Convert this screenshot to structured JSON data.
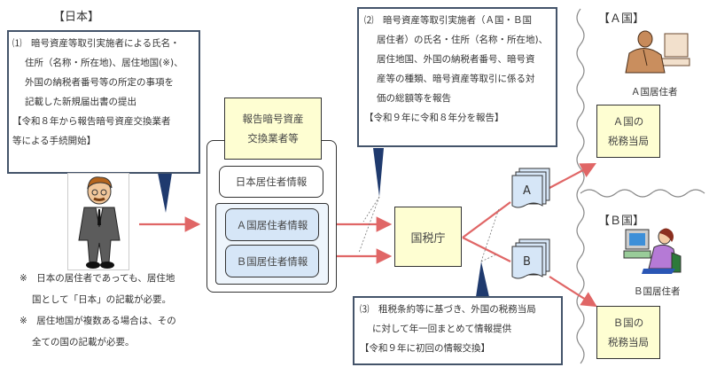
{
  "japan": {
    "title": "【日本】",
    "callout1": {
      "lines": [
        "⑴　暗号資産等取引実施者による氏名・",
        "住所（名称・所在地)、居住地国(※)、",
        "外国の納税者番号等の所定の事項を",
        "記載した新規届出書の提出",
        "【令和８年から報告暗号資産交換業者",
        "等による手続開始】"
      ]
    },
    "notes": [
      "※　日本の居住者であっても、居住地",
      "国として「日本」の記載が必要。",
      "※　居住地国が複数ある場合は、その",
      "全ての国の記載が必要。"
    ],
    "person_icon": "businessman-icon"
  },
  "exchange": {
    "title_lines": [
      "報告暗号資産",
      "交換業者等"
    ],
    "japan_info": "日本居住者情報",
    "a_info": "Ａ国居住者情報",
    "b_info": "Ｂ国居住者情報"
  },
  "callout2": {
    "lines": [
      "⑵　暗号資産等取引実施者（Ａ国・Ｂ国",
      "居住者）の氏名・住所（名称・所在地)、",
      "居住地国、外国の納税者番号、暗号資",
      "産等の種類、暗号資産等取引に係る対",
      "価の総額等を報告",
      "【令和９年に令和８年分を報告】"
    ]
  },
  "nta": {
    "label": "国税庁"
  },
  "docs": {
    "a": "A",
    "b": "B"
  },
  "callout3": {
    "lines": [
      "⑶　租税条約等に基づき、外国の税務当局",
      "に対して年一回まとめて情報提供",
      "【令和９年に初回の情報交換】"
    ]
  },
  "country_a": {
    "title": "【Ａ国】",
    "resident": "Ａ国居住者",
    "authority_lines": [
      "Ａ国の",
      "税務当局"
    ],
    "resident_icon": "man-at-computer-icon"
  },
  "country_b": {
    "title": "【Ｂ国】",
    "resident": "Ｂ国居住者",
    "authority_lines": [
      "Ｂ国の",
      "税務当局"
    ],
    "resident_icon": "woman-at-computer-icon"
  },
  "colors": {
    "arrow": "#e06666",
    "callout_border": "#44546a",
    "pointer": "#1f3a6e",
    "yellow_box": "#fefed2",
    "blue_box": "#d6e6f7",
    "light_blue_panel": "#eef5fc"
  }
}
